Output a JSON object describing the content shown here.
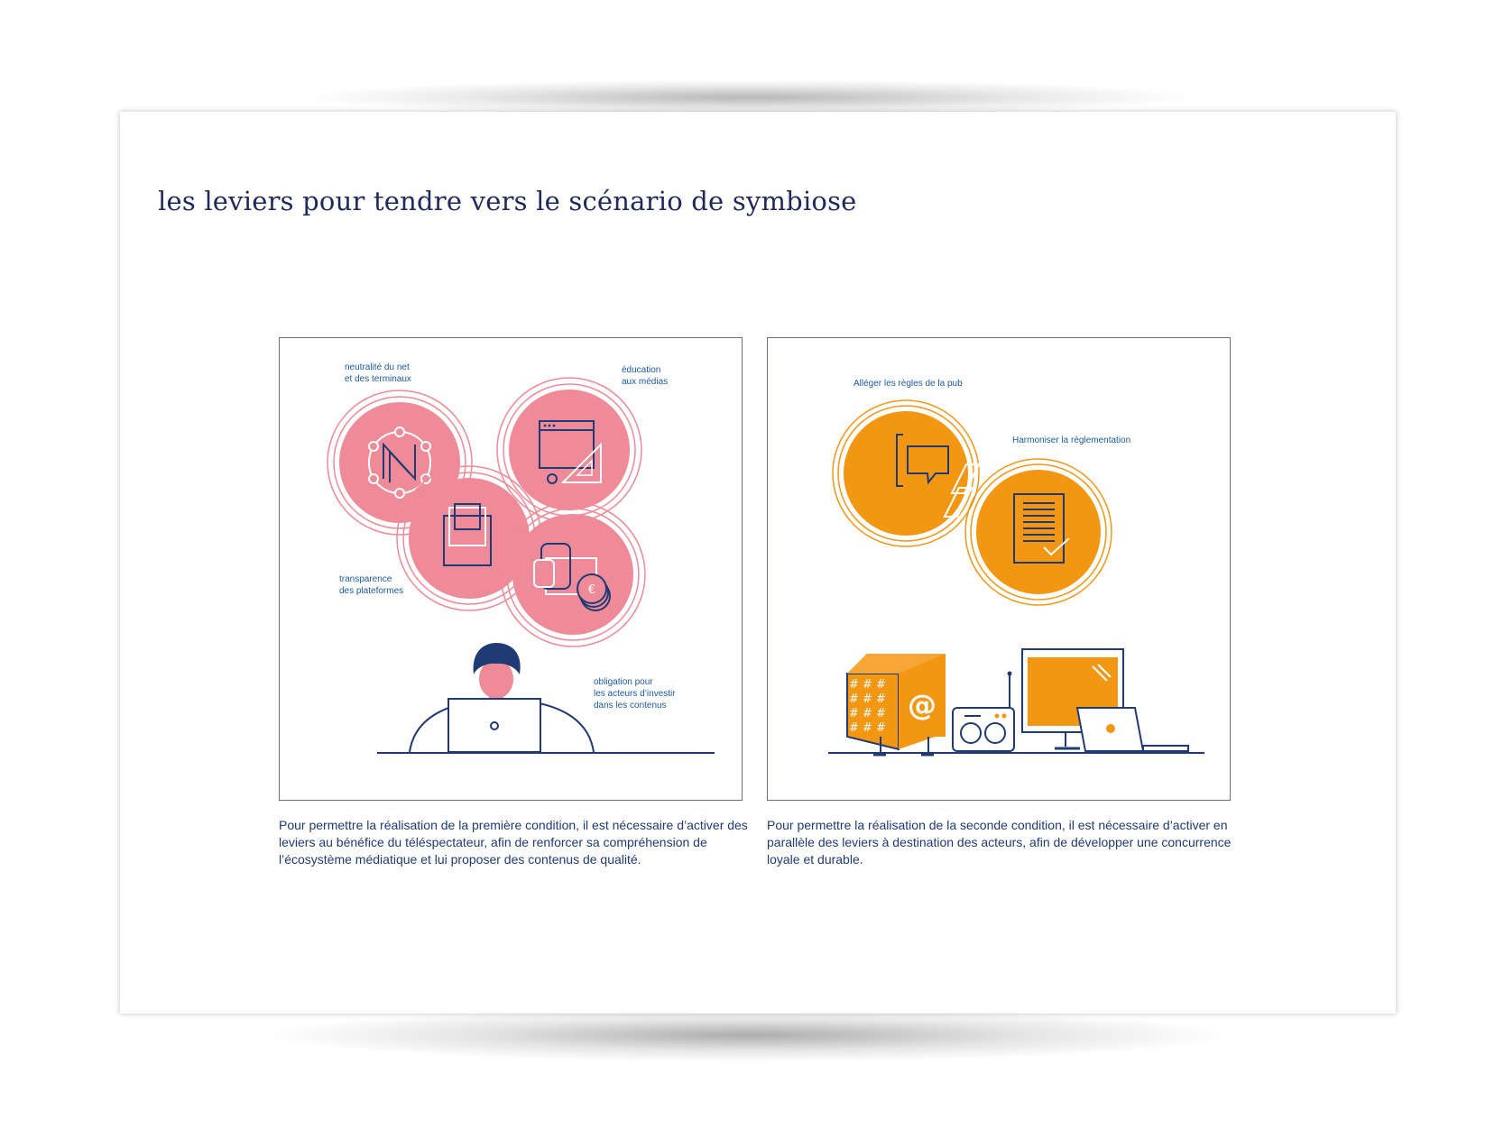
{
  "title": "les leviers pour tendre vers le scénario de symbiose",
  "left_panel": {
    "labels": {
      "net_neutrality": "neutralité du net\net des terminaux",
      "media_education": "éducation\naux médias",
      "platform_transparency": "transparence\ndes plateformes",
      "investment_obligation": "obligation pour\nles acteurs d’investir\ndans les contenus"
    },
    "caption": "Pour permettre la réalisation de la première condition, il est nécessaire d’activer des leviers au bénéfice du téléspectateur, afin de renforcer sa compréhension de l’écosystème médiatique et lui proposer des contenus de qualité."
  },
  "right_panel": {
    "labels": {
      "ad_rules": "Alléger les règles de la pub",
      "harmonize": "Harmoniser la règlementation"
    },
    "cube_glyphs": {
      "hash": "#",
      "at": "@"
    },
    "caption": "Pour permettre la réalisation de la seconde condition, il est nécessaire d’activer en parallèle des leviers à destination des acteurs, afin de développer une concurrence loyale et durable."
  },
  "colors": {
    "navy": "#1f3a75",
    "pink": "#ef8a98",
    "orange": "#f39612",
    "label_blue": "#1b5aa5"
  },
  "icons": [
    "network-icon",
    "browser-ruler-icon",
    "document-stack-icon",
    "screens-coins-icon",
    "person-laptop-icon",
    "speech-bubble-icon",
    "checked-document-icon",
    "hashtag-cube-icon",
    "radio-icon",
    "monitor-icon",
    "laptop-icon"
  ]
}
